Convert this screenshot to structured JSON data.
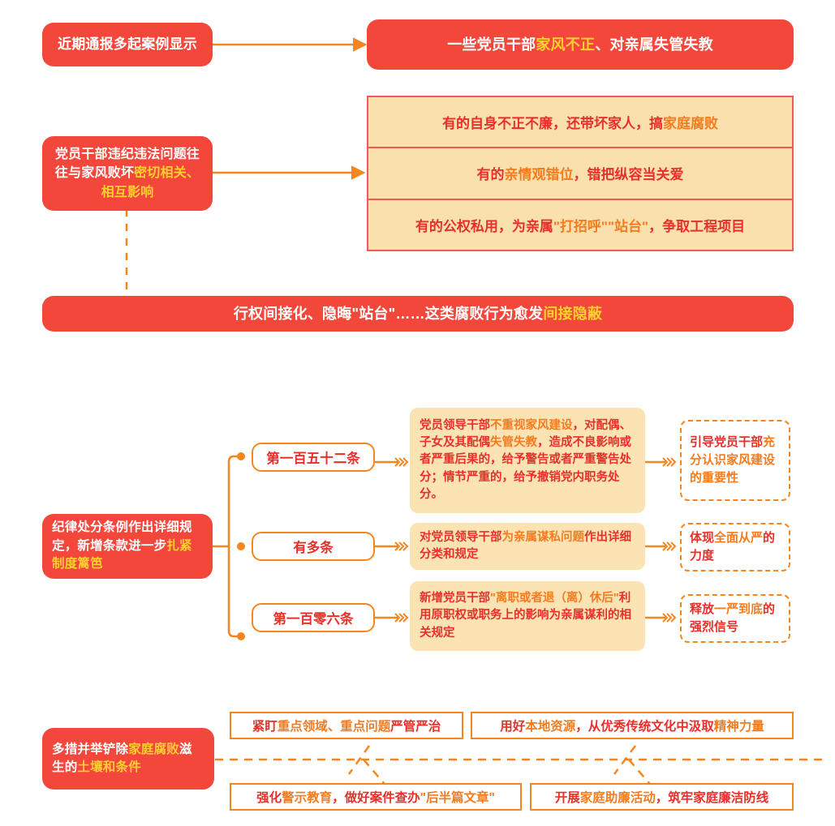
{
  "colors": {
    "red": "#F4473B",
    "deep_red_text": "#E8302B",
    "orange": "#F4861F",
    "yellow_highlight": "#FFD02E",
    "yellow_fill": "#F9E0AC",
    "soft_yellow_card": "#FBE3B4",
    "table_border": "#EE5B58",
    "white": "#FFFFFF"
  },
  "section1": {
    "source_box": "近期通报多起案例显示",
    "result_box": {
      "prefix": "一些党员干部",
      "highlight": "家风不正",
      "suffix": "、对亲属失管失教"
    },
    "arrow_icon": "arrow-right-icon"
  },
  "section2": {
    "cause_box": {
      "line1": "党员干部违纪违法问题",
      "line2_prefix": "往往与家风败坏",
      "line2_highlight": "密切相",
      "line3_highlight": "关、相互影响"
    },
    "table_rows": [
      {
        "parts": [
          {
            "text": "有的自身不正不廉，还带坏家人，搞",
            "emphasis": false
          },
          {
            "text": "家庭腐败",
            "emphasis": true
          }
        ]
      },
      {
        "parts": [
          {
            "text": "有的",
            "emphasis": false
          },
          {
            "text": "亲情观错位",
            "emphasis": true
          },
          {
            "text": "，错把纵容当关爱",
            "emphasis": false
          }
        ]
      },
      {
        "parts": [
          {
            "text": "有的公权私用，为亲属",
            "emphasis": false
          },
          {
            "text": "\"打招呼\"\"站台\"",
            "emphasis": true
          },
          {
            "text": "，争取工程项目",
            "emphasis": false
          }
        ]
      }
    ],
    "banner": {
      "prefix": "行权间接化、隐晦\"站台\"……这类腐败行为愈发",
      "highlight": "间接隐蔽"
    }
  },
  "section3": {
    "anchor_box": {
      "line1": "纪律处分条例作出详细",
      "line2": "规定，新增条款进一步",
      "line3_highlight": "扎紧制度篱笆"
    },
    "branches": [
      {
        "pill": "第一百五十二条",
        "detail_parts": [
          {
            "text": "党员领导干部",
            "emphasis": false
          },
          {
            "text": "不重视家风建设",
            "emphasis": true
          },
          {
            "text": "，对配偶、子女及其配偶",
            "emphasis": false
          },
          {
            "text": "失管失教",
            "emphasis": true
          },
          {
            "text": "，造成不良影响或者严重后果的，给予警告或者严重警告处分；情节严重的，给予撤销党内职务处分。",
            "emphasis": false
          }
        ],
        "outcome_parts": [
          {
            "text": "引导党员干部",
            "emphasis": false
          },
          {
            "text": "充分认识家风",
            "emphasis": true
          },
          {
            "text": "建设的重要性",
            "emphasis": true
          }
        ]
      },
      {
        "pill": "有多条",
        "detail_parts": [
          {
            "text": "对党员领导干部",
            "emphasis": false
          },
          {
            "text": "为亲属谋私问题",
            "emphasis": true
          },
          {
            "text": "作出详细分类和规定",
            "emphasis": false
          }
        ],
        "outcome_parts": [
          {
            "text": "体现",
            "emphasis": false
          },
          {
            "text": "全面从严",
            "emphasis": true
          },
          {
            "text": "的力度",
            "emphasis": false
          }
        ]
      },
      {
        "pill": "第一百零六条",
        "detail_parts": [
          {
            "text": "新增党员干部",
            "emphasis": false
          },
          {
            "text": "\"离职或者退（离）休后\"",
            "emphasis": true
          },
          {
            "text": "利用原职权或职务上的影响为亲属谋利的相关规定",
            "emphasis": false
          }
        ],
        "outcome_parts": [
          {
            "text": "释放",
            "emphasis": false
          },
          {
            "text": "一严到底",
            "emphasis": true
          },
          {
            "text": "的强烈信号",
            "emphasis": false
          }
        ]
      }
    ],
    "connector_icon": "triple-chevron-right-icon",
    "branch_dot_icon": "branch-node-dot-icon"
  },
  "section4": {
    "anchor_box": {
      "line1_prefix": "多措并举铲除",
      "line1_highlight": "家庭腐败",
      "line2_prefix": "滋生的",
      "line2_highlight": "土壤和条件"
    },
    "measures_top": [
      {
        "parts": [
          {
            "text": "紧盯",
            "emphasis": false
          },
          {
            "text": "重点领域、重点问题",
            "emphasis": true
          },
          {
            "text": "严管严治",
            "emphasis": false
          }
        ]
      },
      {
        "parts": [
          {
            "text": "用好",
            "emphasis": false
          },
          {
            "text": "本地资源",
            "emphasis": true
          },
          {
            "text": "，从优秀传统文化中汲取",
            "emphasis": false
          },
          {
            "text": "精神力量",
            "emphasis": true
          }
        ]
      }
    ],
    "measures_bottom": [
      {
        "parts": [
          {
            "text": "强化",
            "emphasis": false
          },
          {
            "text": "警示教育",
            "emphasis": true
          },
          {
            "text": "，做好案件查办",
            "emphasis": false
          },
          {
            "text": "\"后半篇文章\"",
            "emphasis": true
          }
        ]
      },
      {
        "parts": [
          {
            "text": "开展",
            "emphasis": false
          },
          {
            "text": "家庭助廉活动",
            "emphasis": true
          },
          {
            "text": "，筑牢家庭廉洁防线",
            "emphasis": false
          }
        ]
      }
    ],
    "spine_icon": "dashed-fishbone-spine-icon"
  }
}
